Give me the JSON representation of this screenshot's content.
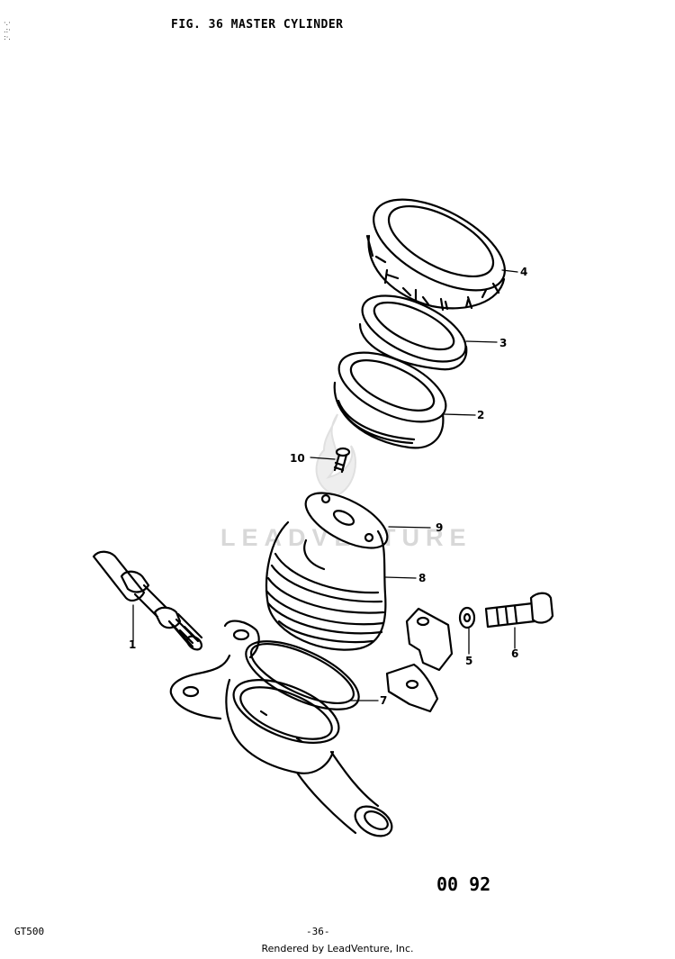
{
  "title": "FIG. 36 MASTER CYLINDER",
  "watermark": "LEADVENTURE",
  "parts": [
    {
      "number": "1"
    },
    {
      "number": "2"
    },
    {
      "number": "3"
    },
    {
      "number": "4"
    },
    {
      "number": "5"
    },
    {
      "number": "6"
    },
    {
      "number": "7"
    },
    {
      "number": "8"
    },
    {
      "number": "9"
    },
    {
      "number": "10"
    }
  ],
  "reference_code": "00 92",
  "footer": {
    "model": "GT500",
    "page": "-36-",
    "rendered_by": "Rendered by LeadVenture, Inc."
  }
}
